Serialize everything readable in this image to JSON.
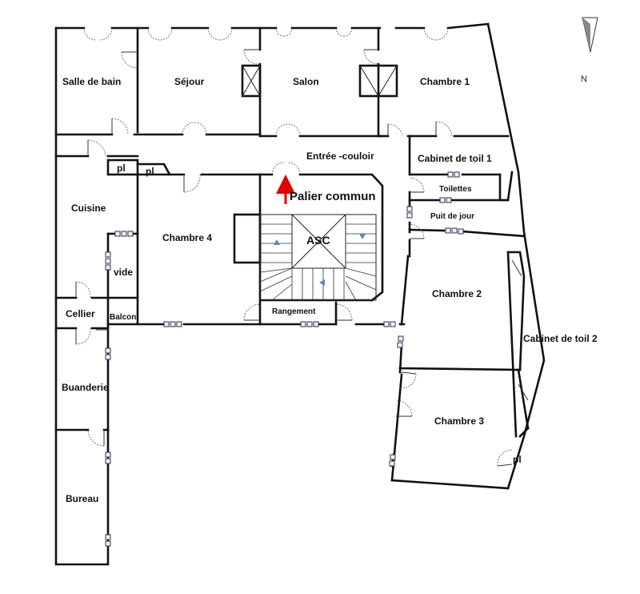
{
  "rooms": {
    "salle_de_bain": "Salle de bain",
    "sejour": "Séjour",
    "salon": "Salon",
    "chambre_1": "Chambre 1",
    "entree_couloir": "Entrée -couloir",
    "cabinet_toil_1": "Cabinet de toil 1",
    "toilettes": "Toilettes",
    "puit_de_jour": "Puit de jour",
    "palier_commun": "Palier commun",
    "asc": "ASC",
    "cuisine": "Cuisine",
    "chambre_4": "Chambre 4",
    "pl_1": "pl",
    "pl_2": "pl",
    "pl_3": "pl",
    "vide": "vide",
    "cellier": "Cellier",
    "balcon": "Balcon",
    "rangement": "Rangement",
    "chambre_2": "Chambre 2",
    "cabinet_toil_2": "Cabinet de toil 2",
    "chambre_3": "Chambre 3",
    "buanderie": "Buanderie",
    "bureau": "Bureau"
  },
  "compass": {
    "north_label": "N"
  },
  "colors": {
    "wall": "#111111",
    "entry_arrow": "#e00000",
    "stair_arrow": "#5b84c4"
  }
}
